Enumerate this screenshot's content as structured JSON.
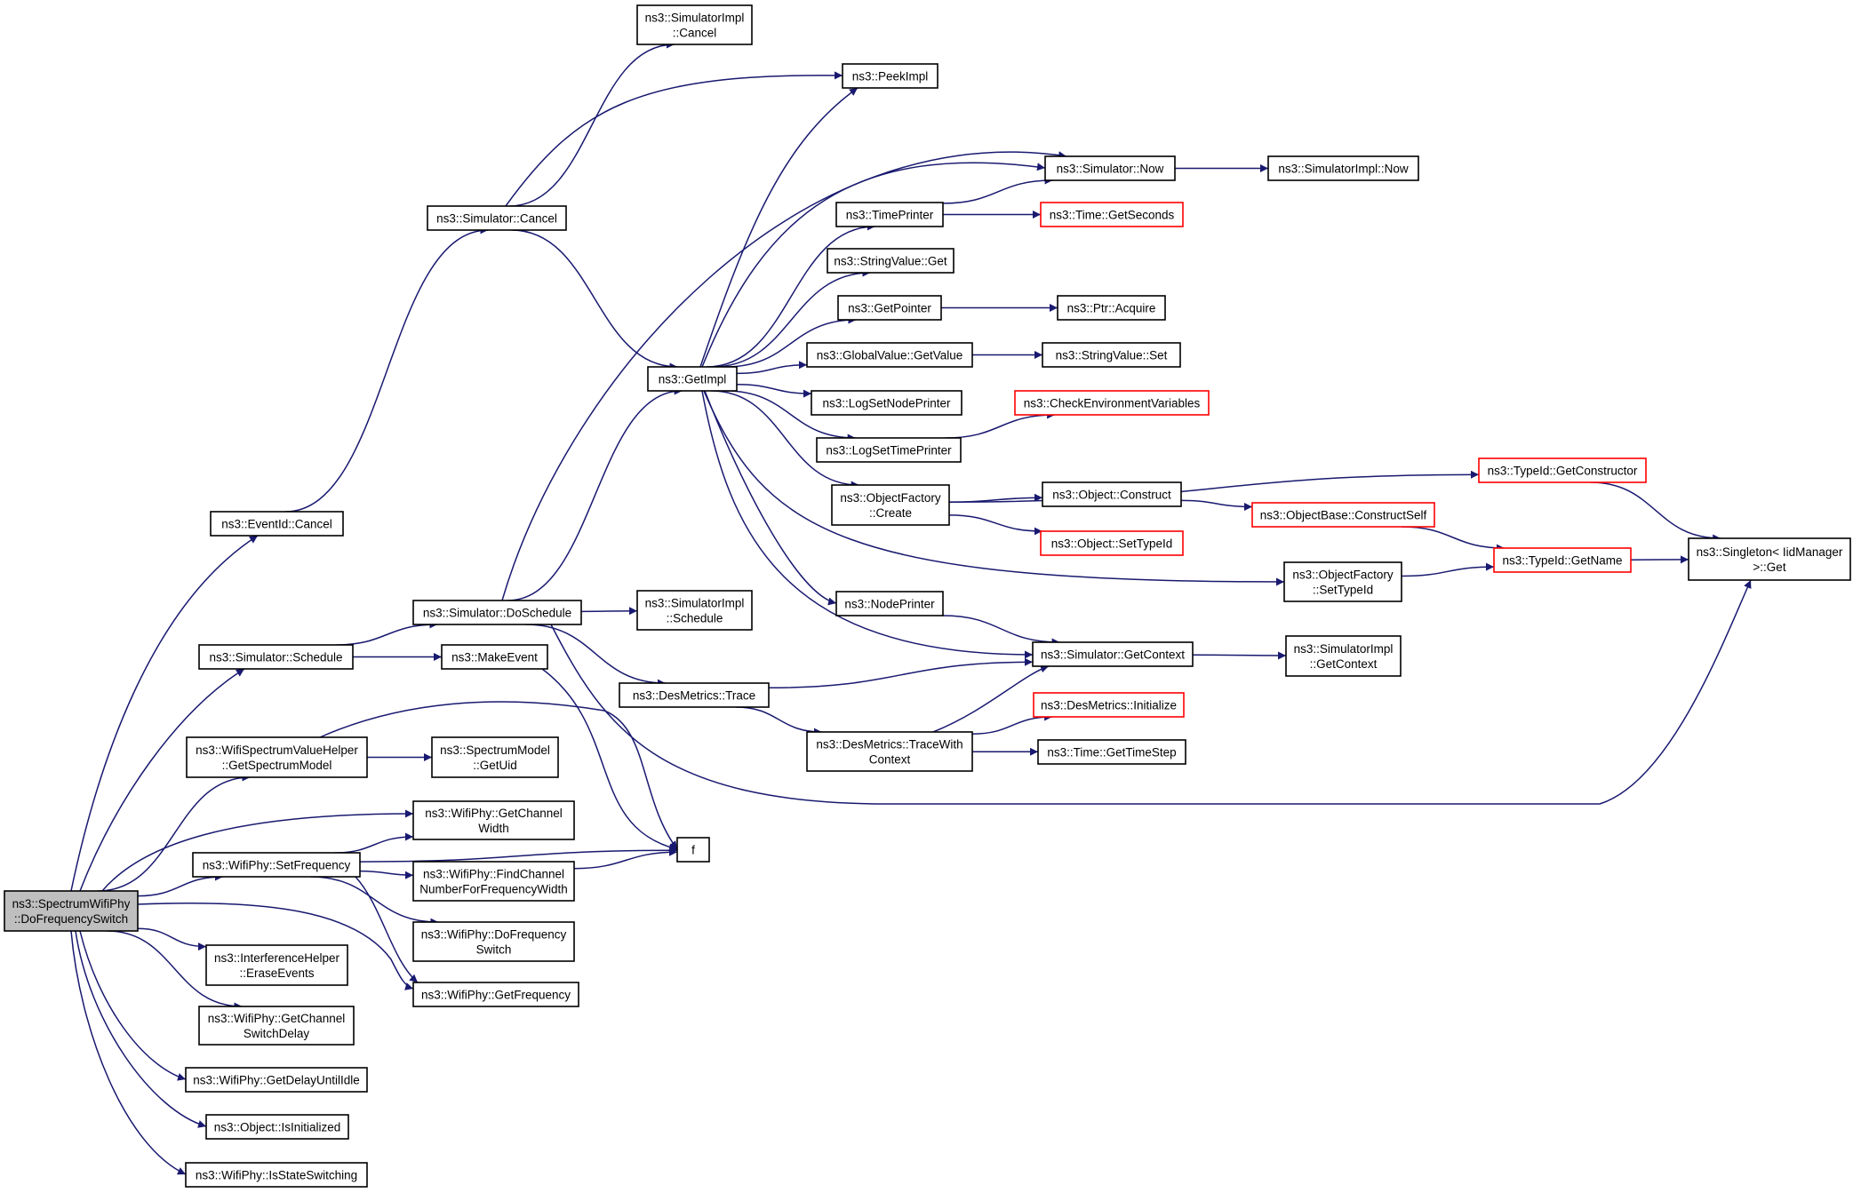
{
  "graph": {
    "nodes": [
      {
        "id": "root",
        "lines": [
          "ns3::SpectrumWifiPhy",
          "::DoFrequencySwitch"
        ],
        "kind": "root"
      },
      {
        "id": "eventid_cancel",
        "lines": [
          "ns3::EventId::Cancel"
        ],
        "kind": "normal"
      },
      {
        "id": "sim_cancel",
        "lines": [
          "ns3::Simulator::Cancel"
        ],
        "kind": "normal"
      },
      {
        "id": "simimpl_cancel",
        "lines": [
          "ns3::SimulatorImpl",
          "::Cancel"
        ],
        "kind": "normal"
      },
      {
        "id": "peekimpl",
        "lines": [
          "ns3::PeekImpl"
        ],
        "kind": "normal"
      },
      {
        "id": "sim_now",
        "lines": [
          "ns3::Simulator::Now"
        ],
        "kind": "normal"
      },
      {
        "id": "simimpl_now",
        "lines": [
          "ns3::SimulatorImpl::Now"
        ],
        "kind": "normal"
      },
      {
        "id": "timeprinter",
        "lines": [
          "ns3::TimePrinter"
        ],
        "kind": "normal"
      },
      {
        "id": "time_getseconds",
        "lines": [
          "ns3::Time::GetSeconds"
        ],
        "kind": "truncated"
      },
      {
        "id": "stringvalue_get",
        "lines": [
          "ns3::StringValue::Get"
        ],
        "kind": "normal"
      },
      {
        "id": "getpointer",
        "lines": [
          "ns3::GetPointer"
        ],
        "kind": "normal"
      },
      {
        "id": "ptr_acquire",
        "lines": [
          "ns3::Ptr::Acquire"
        ],
        "kind": "normal"
      },
      {
        "id": "globalvalue_getvalue",
        "lines": [
          "ns3::GlobalValue::GetValue"
        ],
        "kind": "normal"
      },
      {
        "id": "stringvalue_set",
        "lines": [
          "ns3::StringValue::Set"
        ],
        "kind": "normal"
      },
      {
        "id": "getimpl",
        "lines": [
          "ns3::GetImpl"
        ],
        "kind": "normal"
      },
      {
        "id": "logsetnodeprinter",
        "lines": [
          "ns3::LogSetNodePrinter"
        ],
        "kind": "normal"
      },
      {
        "id": "checkenv",
        "lines": [
          "ns3::CheckEnvironmentVariables"
        ],
        "kind": "truncated"
      },
      {
        "id": "logsettimeprinter",
        "lines": [
          "ns3::LogSetTimePrinter"
        ],
        "kind": "normal"
      },
      {
        "id": "typeid_getconstructor",
        "lines": [
          "ns3::TypeId::GetConstructor"
        ],
        "kind": "truncated"
      },
      {
        "id": "objfactory_create",
        "lines": [
          "ns3::ObjectFactory",
          "::Create"
        ],
        "kind": "normal"
      },
      {
        "id": "object_construct",
        "lines": [
          "ns3::Object::Construct"
        ],
        "kind": "normal"
      },
      {
        "id": "objectbase_constructself",
        "lines": [
          "ns3::ObjectBase::ConstructSelf"
        ],
        "kind": "truncated"
      },
      {
        "id": "object_settypeid",
        "lines": [
          "ns3::Object::SetTypeId"
        ],
        "kind": "truncated"
      },
      {
        "id": "singleton_get",
        "lines": [
          "ns3::Singleton< IidManager",
          " >::Get"
        ],
        "kind": "normal"
      },
      {
        "id": "typeid_getname",
        "lines": [
          "ns3::TypeId::GetName"
        ],
        "kind": "truncated"
      },
      {
        "id": "objfactory_settypeid",
        "lines": [
          "ns3::ObjectFactory",
          "::SetTypeId"
        ],
        "kind": "normal"
      },
      {
        "id": "sim_doschedule",
        "lines": [
          "ns3::Simulator::DoSchedule"
        ],
        "kind": "normal"
      },
      {
        "id": "simimpl_schedule",
        "lines": [
          "ns3::SimulatorImpl",
          "::Schedule"
        ],
        "kind": "normal"
      },
      {
        "id": "nodeprinter",
        "lines": [
          "ns3::NodePrinter"
        ],
        "kind": "normal"
      },
      {
        "id": "sim_schedule",
        "lines": [
          "ns3::Simulator::Schedule"
        ],
        "kind": "normal"
      },
      {
        "id": "makeevent",
        "lines": [
          "ns3::MakeEvent"
        ],
        "kind": "normal"
      },
      {
        "id": "sim_getcontext",
        "lines": [
          "ns3::Simulator::GetContext"
        ],
        "kind": "normal"
      },
      {
        "id": "simimpl_getcontext",
        "lines": [
          "ns3::SimulatorImpl",
          "::GetContext"
        ],
        "kind": "normal"
      },
      {
        "id": "desmetrics_trace",
        "lines": [
          "ns3::DesMetrics::Trace"
        ],
        "kind": "normal"
      },
      {
        "id": "desmetrics_initialize",
        "lines": [
          "ns3::DesMetrics::Initialize"
        ],
        "kind": "truncated"
      },
      {
        "id": "wsvh_getspectrummodel",
        "lines": [
          "ns3::WifiSpectrumValueHelper",
          "::GetSpectrumModel"
        ],
        "kind": "normal"
      },
      {
        "id": "spectrummodel_getuid",
        "lines": [
          "ns3::SpectrumModel",
          "::GetUid"
        ],
        "kind": "normal"
      },
      {
        "id": "desmetrics_tracewithcontext",
        "lines": [
          "ns3::DesMetrics::TraceWith",
          "Context"
        ],
        "kind": "normal"
      },
      {
        "id": "time_gettimestep",
        "lines": [
          "ns3::Time::GetTimeStep"
        ],
        "kind": "normal"
      },
      {
        "id": "wifiphy_getchannelwidth",
        "lines": [
          "ns3::WifiPhy::GetChannel",
          "Width"
        ],
        "kind": "normal"
      },
      {
        "id": "f",
        "lines": [
          "f"
        ],
        "kind": "normal"
      },
      {
        "id": "wifiphy_setfrequency",
        "lines": [
          "ns3::WifiPhy::SetFrequency"
        ],
        "kind": "normal"
      },
      {
        "id": "wifiphy_findchannel",
        "lines": [
          "ns3::WifiPhy::FindChannel",
          "NumberForFrequencyWidth"
        ],
        "kind": "normal"
      },
      {
        "id": "wifiphy_dofrequencyswitch",
        "lines": [
          "ns3::WifiPhy::DoFrequency",
          "Switch"
        ],
        "kind": "normal"
      },
      {
        "id": "interference_eraseevents",
        "lines": [
          "ns3::InterferenceHelper",
          "::EraseEvents"
        ],
        "kind": "normal"
      },
      {
        "id": "wifiphy_getfrequency",
        "lines": [
          "ns3::WifiPhy::GetFrequency"
        ],
        "kind": "normal"
      },
      {
        "id": "wifiphy_getchannelswitchdelay",
        "lines": [
          "ns3::WifiPhy::GetChannel",
          "SwitchDelay"
        ],
        "kind": "normal"
      },
      {
        "id": "wifiphy_getdelayuntilidle",
        "lines": [
          "ns3::WifiPhy::GetDelayUntilIdle"
        ],
        "kind": "normal"
      },
      {
        "id": "object_isinitialized",
        "lines": [
          "ns3::Object::IsInitialized"
        ],
        "kind": "normal"
      },
      {
        "id": "wifiphy_isstateswitching",
        "lines": [
          "ns3::WifiPhy::IsStateSwitching"
        ],
        "kind": "normal"
      }
    ],
    "edges": [
      [
        "root",
        "eventid_cancel"
      ],
      [
        "eventid_cancel",
        "sim_cancel"
      ],
      [
        "sim_cancel",
        "simimpl_cancel"
      ],
      [
        "sim_cancel",
        "peekimpl"
      ],
      [
        "sim_cancel",
        "getimpl"
      ],
      [
        "getimpl",
        "peekimpl"
      ],
      [
        "getimpl",
        "sim_now"
      ],
      [
        "getimpl",
        "timeprinter"
      ],
      [
        "getimpl",
        "stringvalue_get"
      ],
      [
        "getimpl",
        "getpointer"
      ],
      [
        "getimpl",
        "globalvalue_getvalue"
      ],
      [
        "getimpl",
        "logsetnodeprinter"
      ],
      [
        "getimpl",
        "logsettimeprinter"
      ],
      [
        "getimpl",
        "objfactory_create"
      ],
      [
        "getimpl",
        "objfactory_settypeid"
      ],
      [
        "getimpl",
        "nodeprinter"
      ],
      [
        "getimpl",
        "sim_getcontext"
      ],
      [
        "sim_now",
        "simimpl_now"
      ],
      [
        "timeprinter",
        "sim_now"
      ],
      [
        "timeprinter",
        "time_getseconds"
      ],
      [
        "getpointer",
        "ptr_acquire"
      ],
      [
        "globalvalue_getvalue",
        "stringvalue_set"
      ],
      [
        "logsettimeprinter",
        "checkenv"
      ],
      [
        "objfactory_create",
        "typeid_getconstructor"
      ],
      [
        "objfactory_create",
        "object_construct"
      ],
      [
        "objfactory_create",
        "object_settypeid"
      ],
      [
        "object_construct",
        "objectbase_constructself"
      ],
      [
        "objectbase_constructself",
        "typeid_getname"
      ],
      [
        "typeid_getconstructor",
        "singleton_get"
      ],
      [
        "typeid_getname",
        "singleton_get"
      ],
      [
        "objfactory_settypeid",
        "typeid_getname"
      ],
      [
        "nodeprinter",
        "sim_getcontext"
      ],
      [
        "sim_getcontext",
        "simimpl_getcontext"
      ],
      [
        "root",
        "sim_schedule"
      ],
      [
        "sim_schedule",
        "sim_doschedule"
      ],
      [
        "sim_schedule",
        "makeevent"
      ],
      [
        "sim_doschedule",
        "sim_now"
      ],
      [
        "sim_doschedule",
        "getimpl"
      ],
      [
        "sim_doschedule",
        "simimpl_schedule"
      ],
      [
        "sim_doschedule",
        "desmetrics_trace"
      ],
      [
        "sim_doschedule",
        "singleton_get"
      ],
      [
        "desmetrics_trace",
        "sim_getcontext"
      ],
      [
        "desmetrics_trace",
        "desmetrics_tracewithcontext"
      ],
      [
        "desmetrics_tracewithcontext",
        "sim_getcontext"
      ],
      [
        "desmetrics_tracewithcontext",
        "desmetrics_initialize"
      ],
      [
        "desmetrics_tracewithcontext",
        "time_gettimestep"
      ],
      [
        "makeevent",
        "f"
      ],
      [
        "root",
        "wsvh_getspectrummodel"
      ],
      [
        "wsvh_getspectrummodel",
        "spectrummodel_getuid"
      ],
      [
        "wsvh_getspectrummodel",
        "f"
      ],
      [
        "root",
        "wifiphy_getchannelwidth"
      ],
      [
        "root",
        "wifiphy_setfrequency"
      ],
      [
        "wifiphy_setfrequency",
        "wifiphy_getchannelwidth"
      ],
      [
        "wifiphy_setfrequency",
        "f"
      ],
      [
        "wifiphy_setfrequency",
        "wifiphy_findchannel"
      ],
      [
        "wifiphy_setfrequency",
        "wifiphy_dofrequencyswitch"
      ],
      [
        "wifiphy_setfrequency",
        "wifiphy_getfrequency"
      ],
      [
        "wifiphy_findchannel",
        "f"
      ],
      [
        "root",
        "interference_eraseevents"
      ],
      [
        "root",
        "wifiphy_getfrequency"
      ],
      [
        "root",
        "wifiphy_getchannelswitchdelay"
      ],
      [
        "root",
        "wifiphy_getdelayuntilidle"
      ],
      [
        "root",
        "object_isinitialized"
      ],
      [
        "root",
        "wifiphy_isstateswitching"
      ]
    ]
  }
}
